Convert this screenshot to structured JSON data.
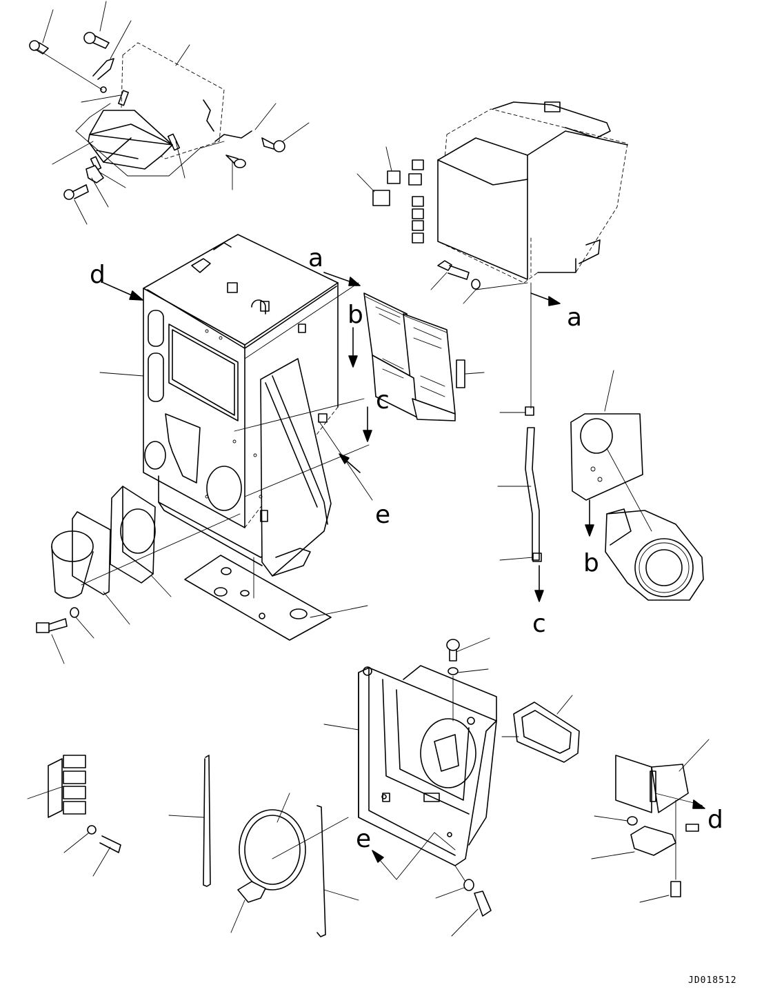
{
  "document": {
    "id": "JD018512"
  },
  "reference_letters": {
    "a1": "a",
    "a2": "a",
    "b1": "b",
    "b2": "b",
    "c1": "c",
    "c2": "c",
    "d1": "d",
    "d2": "d",
    "e1": "e",
    "e2": "e"
  }
}
